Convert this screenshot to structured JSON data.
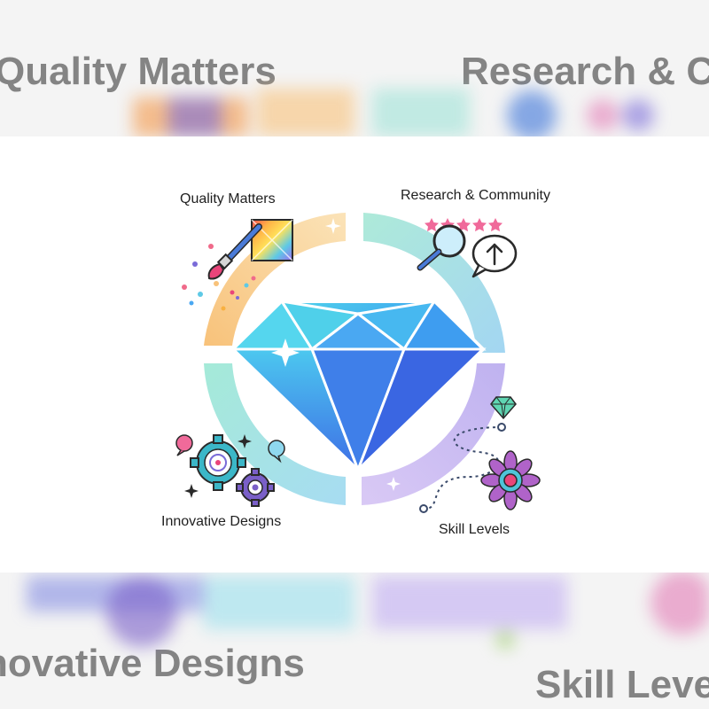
{
  "diagram": {
    "center": "diamond",
    "quadrants": [
      {
        "id": "quality",
        "label": "Quality Matters",
        "color": "#f8c27a",
        "icons": [
          "paintbrush-icon",
          "color-swatch-icon",
          "paint-dots-icon"
        ]
      },
      {
        "id": "research",
        "label": "Research & Community",
        "color": "#9fe3d7",
        "icons": [
          "magnifier-icon",
          "star-rating-icon",
          "upvote-bubble-icon"
        ]
      },
      {
        "id": "skill",
        "label": "Skill Levels",
        "color": "#c7b7f2",
        "icons": [
          "small-diamond-icon",
          "dotted-path-icon",
          "mandala-icon"
        ]
      },
      {
        "id": "innovative",
        "label": "Innovative Designs",
        "color": "#a7e3ee",
        "icons": [
          "gears-icon",
          "speech-bubble-icon",
          "sparkle-icon"
        ]
      }
    ]
  },
  "background": {
    "ghost_top_left": "Quality Matters",
    "ghost_top_right": "Research & Comm",
    "ghost_bottom_left": "novative Designs",
    "ghost_bottom_right": "Skill Levels"
  }
}
